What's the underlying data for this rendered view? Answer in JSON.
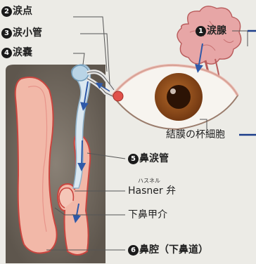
{
  "labels": {
    "lacrimal_gland": {
      "num": "1",
      "text": "涙腺"
    },
    "lacrimal_punctum": {
      "num": "2",
      "text": "涙点"
    },
    "canaliculus": {
      "num": "3",
      "text": "涙小管"
    },
    "lacrimal_sac": {
      "num": "4",
      "text": "涙嚢"
    },
    "nasolacrimal_duct": {
      "num": "5",
      "text": "鼻涙管"
    },
    "nasal_cavity": {
      "num": "6",
      "text": "鼻腔（下鼻道）"
    },
    "goblet_cells": "結膜の杯細胞",
    "hasner_valve": "Hasner 弁",
    "hasner_ruby": "ハスネル",
    "inferior_turbinate": "下鼻甲介"
  },
  "colors": {
    "background": "#ecebe6",
    "nasal_shadow": "#6d645a",
    "tissue_pink": "#f2b8a8",
    "tissue_outline": "#c9453f",
    "gland_pink": "#e7a6a6",
    "duct_blue": "#b9d4e6",
    "arrow_blue": "#2f59a8",
    "iris_brown": "#8b4a1c",
    "leader_gray": "#555555"
  }
}
